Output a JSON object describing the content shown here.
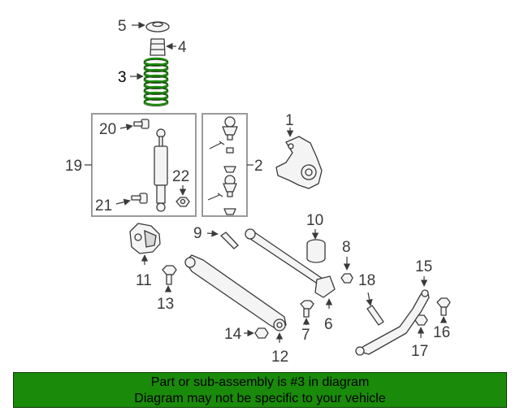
{
  "callouts": {
    "c1": "1",
    "c2": "2",
    "c3": "3",
    "c4": "4",
    "c5": "5",
    "c6": "6",
    "c7": "7",
    "c8": "8",
    "c9": "9",
    "c10": "10",
    "c11": "11",
    "c12": "12",
    "c13": "13",
    "c14": "14",
    "c15": "15",
    "c16": "16",
    "c17": "17",
    "c18": "18",
    "c19": "19",
    "c20": "20",
    "c21": "21",
    "c22": "22"
  },
  "highlight_part": "3",
  "banner": {
    "line1": "Part or sub-assembly is #3 in diagram",
    "line2": "Diagram may not be specific to your vehicle"
  },
  "colors": {
    "highlight": "#1a8a0a",
    "banner_bg": "#1a8a0a",
    "line": "#3a3a3a",
    "group_box": "#9a9a9a"
  }
}
